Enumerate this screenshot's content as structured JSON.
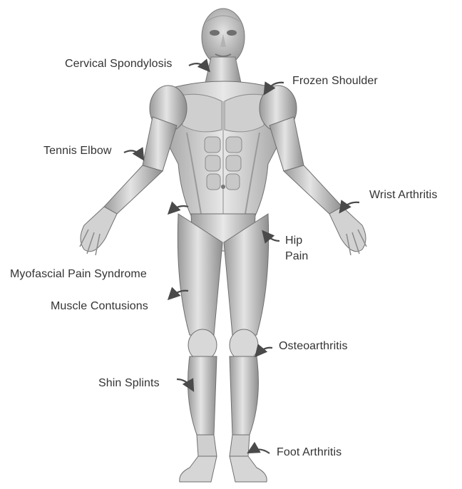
{
  "colors": {
    "label_text": "#333333",
    "arrow": "#4a4a4a",
    "skin_light": "#e6e6e6",
    "skin_mid": "#c4c4c4",
    "skin_dark": "#8a8a8a",
    "outline": "#6f6f6f"
  },
  "labels": {
    "cervical_spondylosis": "Cervical Spondylosis",
    "frozen_shoulder": "Frozen Shoulder",
    "tennis_elbow": "Tennis Elbow",
    "wrist_arthritis": "Wrist Arthritis",
    "hip_pain_line1": "Hip",
    "hip_pain_line2": "Pain",
    "myofascial_pain_syndrome": "Myofascial Pain Syndrome",
    "muscle_contusions": "Muscle Contusions",
    "osteoarthritis": "Osteoarthritis",
    "shin_splints": "Shin Splints",
    "foot_arthritis": "Foot Arthritis"
  },
  "figure": {
    "icon": "human-muscle-anatomy-figure"
  }
}
